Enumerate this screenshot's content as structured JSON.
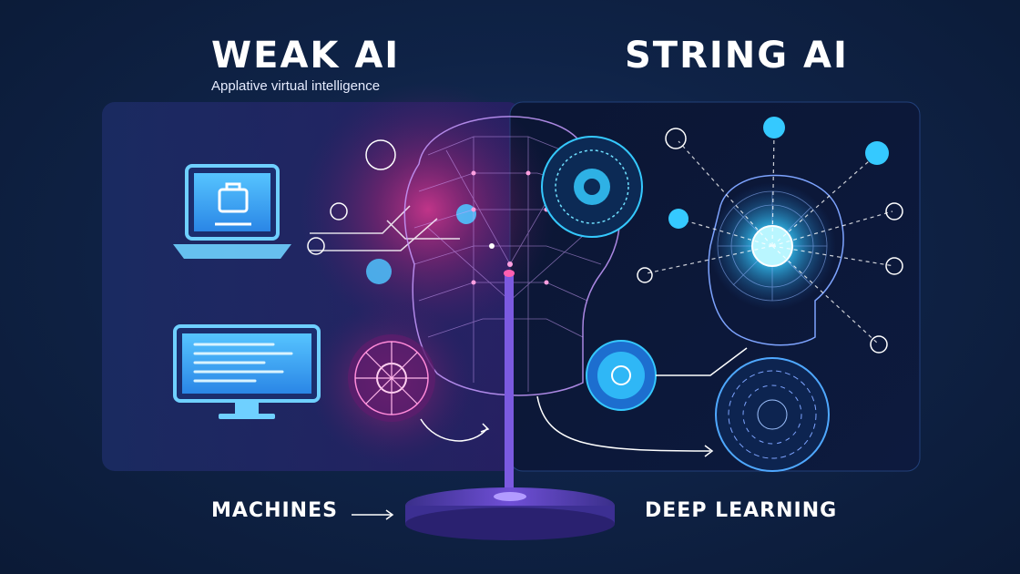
{
  "left": {
    "title": "WEAK AI",
    "subtitle": "Applative virtual intelligence",
    "caption": "MACHINES"
  },
  "right": {
    "title": "STRING AI",
    "caption": "DEEP LEARNING"
  },
  "colors": {
    "background": "#0d1f3c",
    "left_panel": "#1b2a63",
    "right_panel": "#0a1430",
    "magenta_glow": "#ff2d8a",
    "cyan_glow": "#35c9ff",
    "device_blue": "#3aa8ff"
  },
  "icons": [
    "laptop-icon",
    "monitor-icon",
    "brain-head-icon",
    "gear-circle-icon",
    "network-node-icon",
    "stand-base-icon"
  ]
}
